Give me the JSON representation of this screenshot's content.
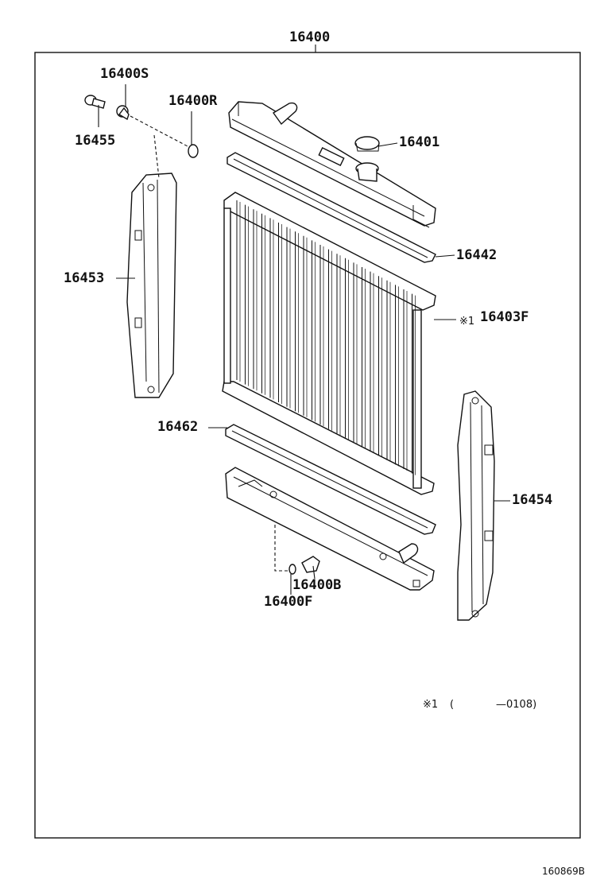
{
  "assembly_number": "16400",
  "parts": {
    "p16400S": "16400S",
    "p16400R": "16400R",
    "p16455": "16455",
    "p16401": "16401",
    "p16442": "16442",
    "p16453": "16453",
    "p16403F_mark": "※1",
    "p16403F": "16403F",
    "p16462": "16462",
    "p16454": "16454",
    "p16400B": "16400B",
    "p16400F": "16400F"
  },
  "footnote": {
    "mark": "※1",
    "open": "(",
    "range": "—0108)"
  },
  "diagram_ref": "160869B"
}
